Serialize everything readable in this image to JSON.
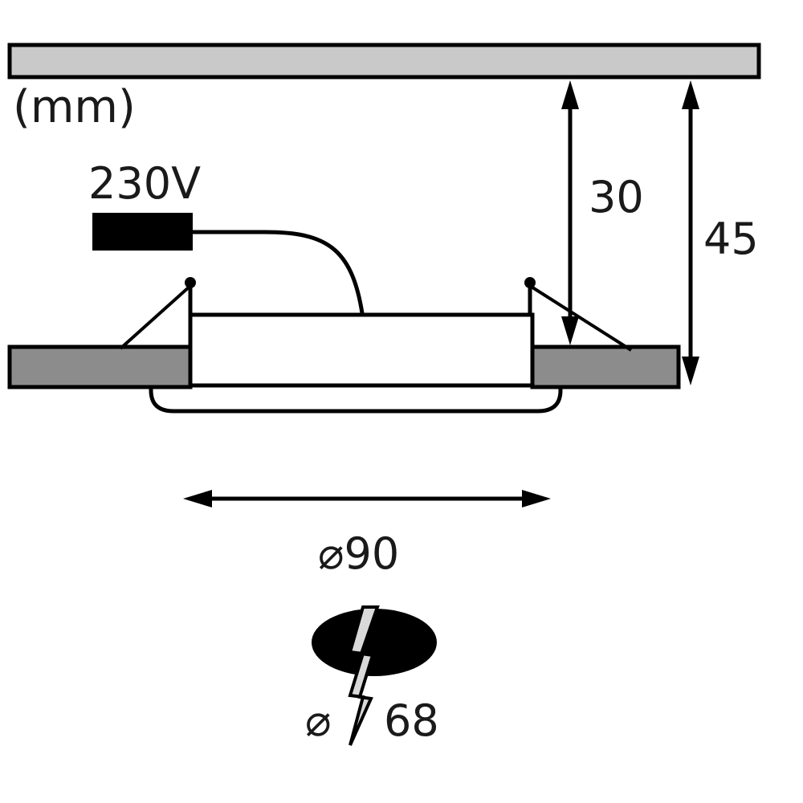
{
  "diagram": {
    "unit_label": "(mm)",
    "voltage_label": "230V",
    "labels": {
      "recess_depth": "30",
      "total_depth": "45",
      "outer_diameter": "⌀90",
      "cutout_symbol": "⌀",
      "cutout_value": "68"
    },
    "colors": {
      "ceiling_fill": "#c9c9c9",
      "flange_fill": "#8c8c8c",
      "bolt_fill": "#d9d9d9",
      "line": "#000000",
      "background": "#ffffff"
    }
  }
}
